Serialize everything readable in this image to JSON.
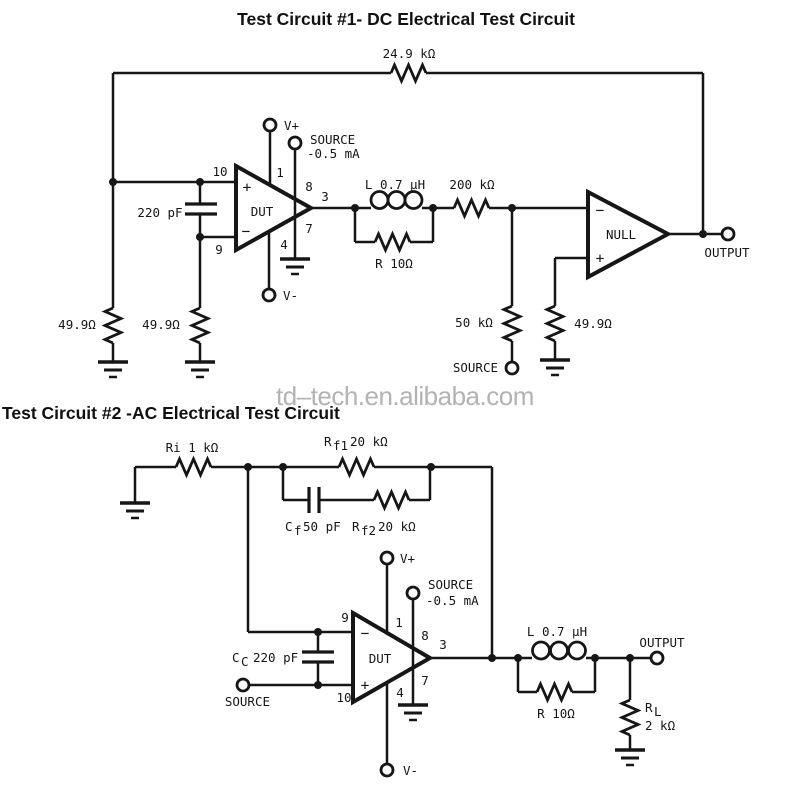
{
  "watermark": {
    "text": "td–tech.en.alibaba.com"
  },
  "circuit1": {
    "title": "Test Circuit #1- DC Electrical Test Circuit",
    "feedback_resistor": "24.9 kΩ",
    "input_capacitor": "220 pF",
    "input_resistor_a": "49.9Ω",
    "input_resistor_b": "49.9Ω",
    "dut_name": "DUT",
    "dut_sign_top": "+",
    "dut_sign_bottom": "−",
    "pin_10": "10",
    "pin_9": "9",
    "pin_1": "1",
    "pin_8": "8",
    "pin_3": "3",
    "pin_7": "7",
    "pin_4": "4",
    "v_plus": "V+",
    "v_minus": "V-",
    "bias_source_label": "SOURCE",
    "bias_source_value": "-0.5 mA",
    "inductor": "L 0.7 μH",
    "damping_resistor": "R 10Ω",
    "series_resistor": "200 kΩ",
    "null_source_resistor": "50 kΩ",
    "null_source_label": "SOURCE",
    "null_plus_resistor": "49.9Ω",
    "null_name": "NULL",
    "null_sign_top": "−",
    "null_sign_bottom": "+",
    "output_label": "OUTPUT"
  },
  "circuit2": {
    "title": "Test Circuit #2 -AC Electrical Test Circuit",
    "ri_label": "Ri 1 kΩ",
    "rf1_name": "R",
    "rf1_sub": "f1",
    "rf1_value": "20 kΩ",
    "cf_name": "C",
    "cf_sub": "f",
    "cf_value": "50 pF",
    "rf2_name": "R",
    "rf2_sub": "f2",
    "rf2_value": "20 kΩ",
    "cc_name": "C",
    "cc_sub": "C",
    "cc_value": "220 pF",
    "source_in_label": "SOURCE",
    "dut_name": "DUT",
    "dut_sign_top": "−",
    "dut_sign_bottom": "+",
    "pin_9": "9",
    "pin_10": "10",
    "pin_1": "1",
    "pin_8": "8",
    "pin_3": "3",
    "pin_7": "7",
    "pin_4": "4",
    "v_plus": "V+",
    "v_minus": "V-",
    "bias_source_label": "SOURCE",
    "bias_source_value": "-0.5 mA",
    "inductor": "L 0.7 μH",
    "damping_resistor": "R 10Ω",
    "rl_name": "R",
    "rl_sub": "L",
    "rl_value": "2 kΩ",
    "output_label": "OUTPUT"
  }
}
